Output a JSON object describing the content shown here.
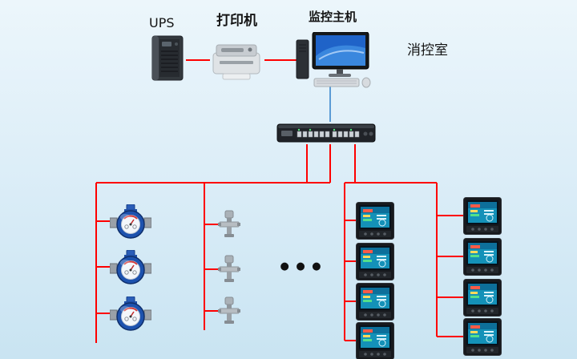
{
  "labels": {
    "ups": "UPS",
    "printer": "打印机",
    "monitor_host": "监控主机",
    "control_room": "消控室",
    "ellipsis": "● ● ●"
  },
  "colors": {
    "connection_line_red": "#fe0000",
    "connection_line_blue": "#5b9bd5",
    "background_top": "#ecf6fb",
    "background_bottom": "#c9e4f2"
  },
  "icons": [
    "ups-tower-icon",
    "printer-icon",
    "monitor-host-icon",
    "network-switch-icon",
    "water-meter-icon",
    "valve-icon",
    "power-meter-icon"
  ],
  "device_counts": {
    "water_meters": 3,
    "valves": 3,
    "power_meters_left_column": 4,
    "power_meters_right_column": 4
  }
}
